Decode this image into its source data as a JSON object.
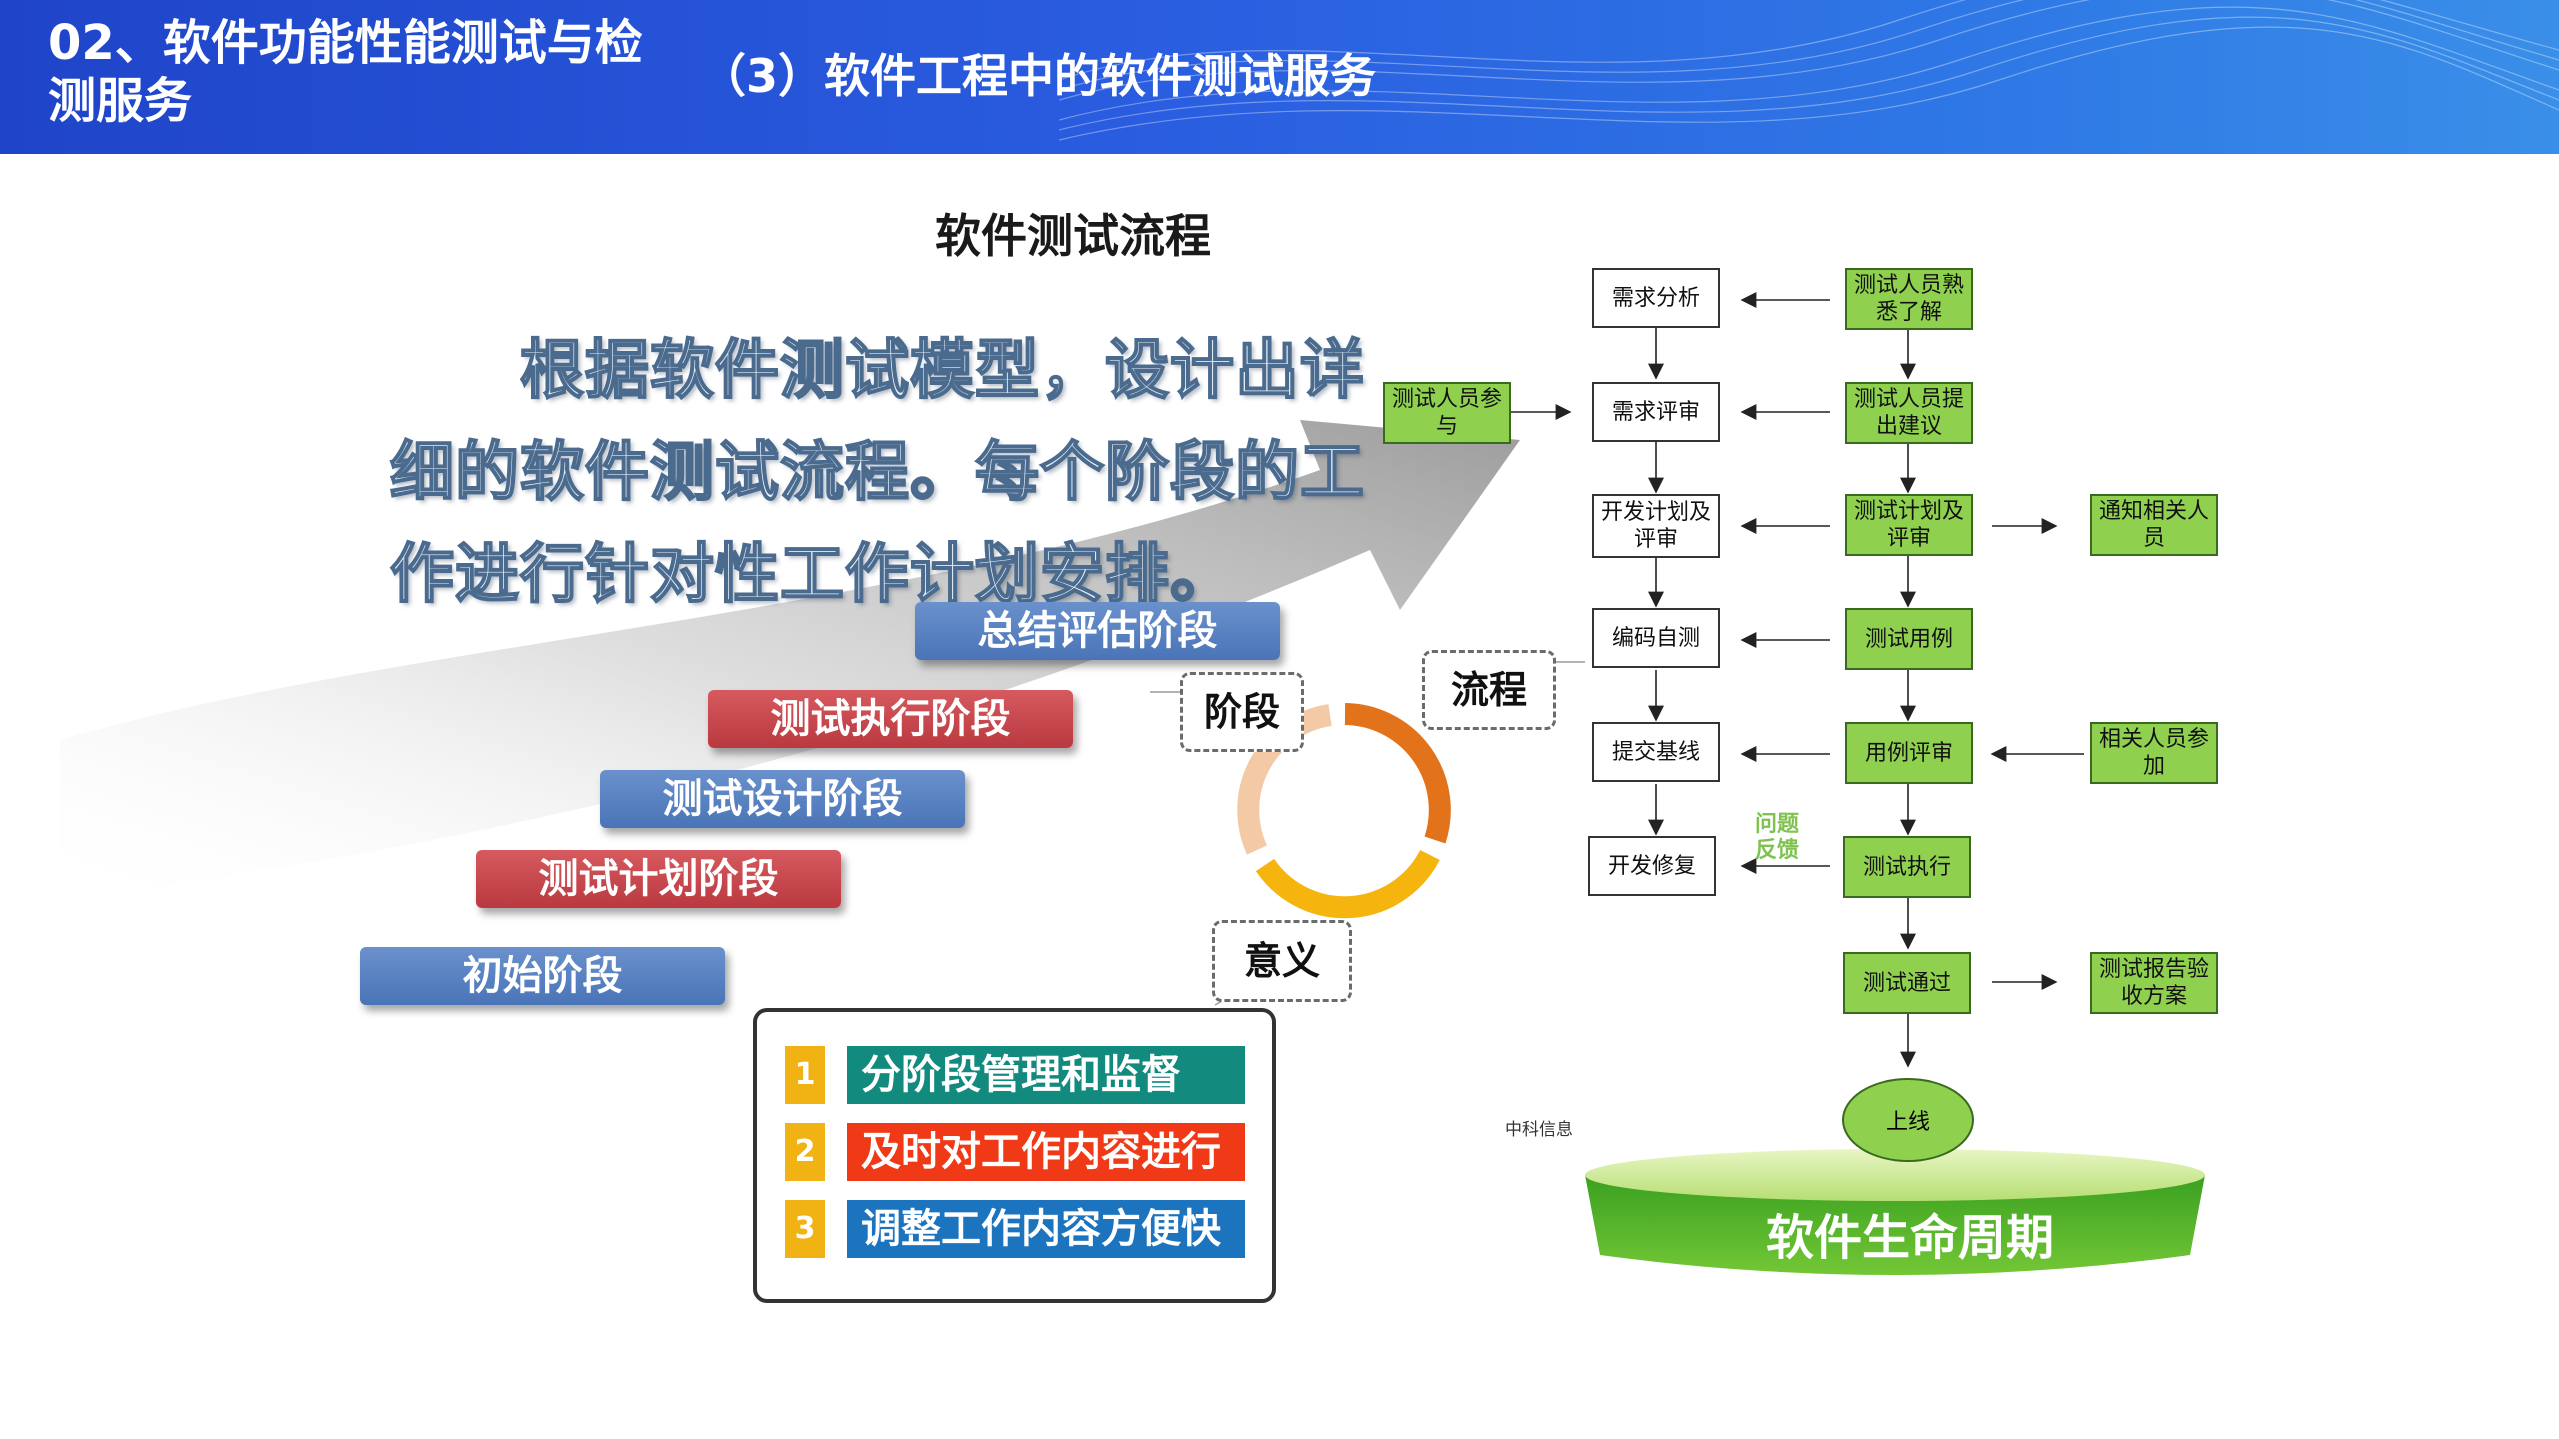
{
  "header": {
    "section_title": "02、软件功能性能测试与检测服务",
    "subtitle": "（3）软件工程中的软件测试服务"
  },
  "flow_heading": "软件测试流程",
  "intro_text": "根据软件测试模型，设计出详细的软件测试流程。每个阶段的工作进行针对性工作计划安排。",
  "stages": [
    "总结评估阶段",
    "测试执行阶段",
    "测试设计阶段",
    "测试计划阶段",
    "初始阶段"
  ],
  "tags": {
    "stage": "阶段",
    "process": "流程",
    "meaning": "意义"
  },
  "meaning_items": [
    {
      "num": "1",
      "text": "分阶段管理和监督"
    },
    {
      "num": "2",
      "text": "及时对工作内容进行"
    },
    {
      "num": "3",
      "text": "调整工作内容方便快"
    }
  ],
  "flow": {
    "dev": [
      "需求分析",
      "需求评审",
      "开发计划及评审",
      "编码自测",
      "提交基线",
      "开发修复"
    ],
    "test": [
      "测试人员熟悉了解",
      "测试人员提出建议",
      "测试计划及评审",
      "测试用例",
      "用例评审",
      "测试执行",
      "测试通过"
    ],
    "side": [
      "测试人员参与",
      "通知相关人员",
      "相关人员参加",
      "测试报告验收方案"
    ],
    "feedback": "问题反馈",
    "launch": "上线",
    "company": "中科信息",
    "lifecycle": "软件生命周期"
  },
  "colors": {
    "header_blue": "#2a5de0",
    "stage_blue": "#4a74b8",
    "stage_red": "#b9393f",
    "flow_green": "#8fd14f",
    "meaning_teal": "#138a7e",
    "meaning_red": "#f03a17",
    "meaning_blue": "#1c73be",
    "num_gold": "#f1b213"
  }
}
